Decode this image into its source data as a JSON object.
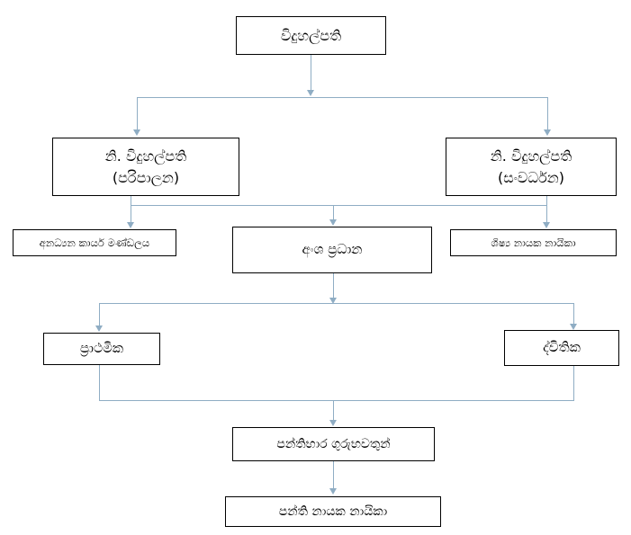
{
  "diagram": {
    "title": "School Organizational Structure Chart",
    "language": "Sinhala",
    "line_color": "#8fadc4",
    "box_border_color": "#000000",
    "background_color": "#ffffff"
  },
  "nodes": {
    "principal": {
      "label": "විදුහල්පති"
    },
    "deputy_admin": {
      "line1": "නි. විදුහල්පති",
      "line2": "(පරිපාලන)"
    },
    "deputy_development": {
      "line1": "නි. විදුහල්පති",
      "line2": "(සංවර්ධන)"
    },
    "non_academic_staff": {
      "label": "අනධ්‍යන කාර්ය මණ්ඩලය"
    },
    "section_heads": {
      "label": "අංශ ප්‍රධාන"
    },
    "student_leaders": {
      "label": "ශිෂ්‍ය නායක නායිකා"
    },
    "primary": {
      "label": "ප්‍රාථමික"
    },
    "secondary": {
      "label": "ද්විතික"
    },
    "class_teachers": {
      "label": "පන්තිභාර ගුරුභවතුන්"
    },
    "class_leaders": {
      "label": "පන්ති නායක නායිකා"
    }
  }
}
